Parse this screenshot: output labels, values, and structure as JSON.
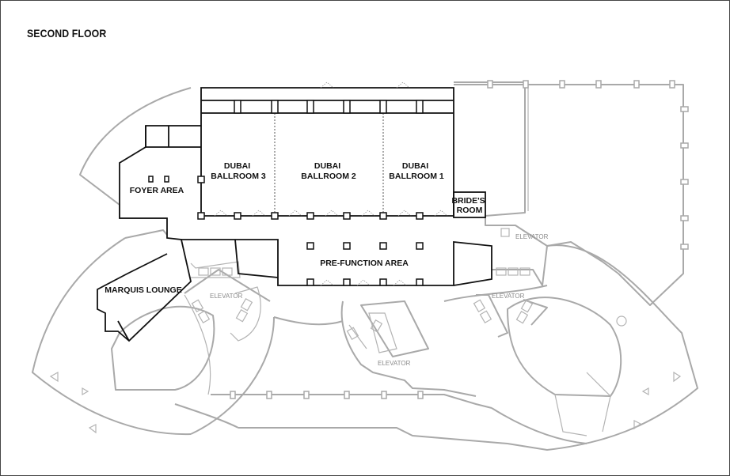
{
  "page_title": "SECOND FLOOR",
  "rooms": {
    "ballroom_3": [
      "DUBAI",
      "BALLROOM 3"
    ],
    "ballroom_2": [
      "DUBAI",
      "BALLROOM 2"
    ],
    "ballroom_1": [
      "DUBAI",
      "BALLROOM 1"
    ],
    "brides_room": [
      "BRIDE'S",
      "ROOM"
    ],
    "foyer_area": "FOYER AREA",
    "pre_function_area": "PRE-FUNCTION AREA",
    "marquis_lounge": "MARQUIS LOUNGE"
  },
  "elevators": {
    "top_right": "ELEVATOR",
    "left": "ELEVATOR",
    "right": "ELEVATOR",
    "center": "ELEVATOR"
  },
  "colors": {
    "highlight_outline": "#111111",
    "building_outline": "#a9a9a9",
    "label_grey": "#8a8a8a",
    "frame": "#444444"
  }
}
